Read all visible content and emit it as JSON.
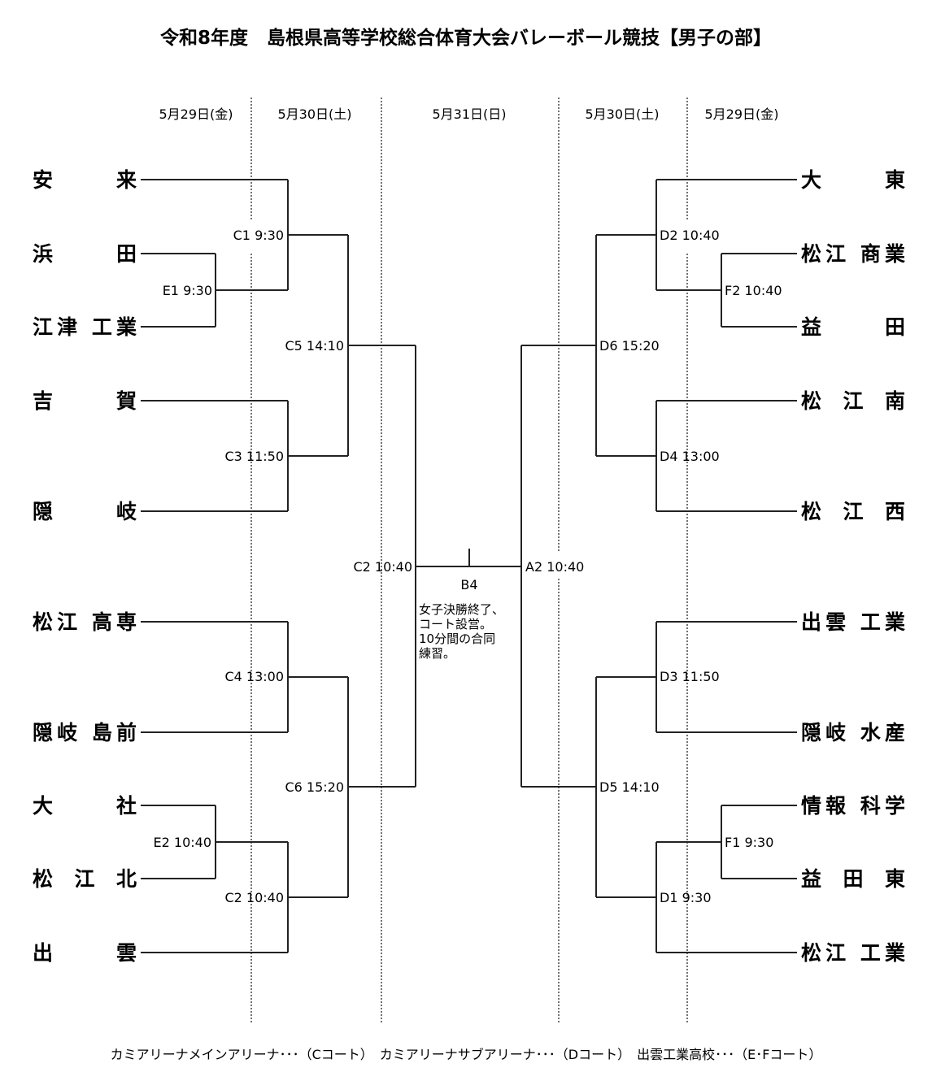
{
  "title": "令和8年度　島根県高等学校総合体育大会バレーボール競技【男子の部】",
  "dates": {
    "left_r1": "5月29日(金)",
    "left_r2": "5月30日(土)",
    "center": "5月31日(日)",
    "right_r2": "5月30日(土)",
    "right_r1": "5月29日(金)"
  },
  "teams_left": [
    {
      "name": "安来",
      "chars": [
        "安",
        "来"
      ]
    },
    {
      "name": "浜田",
      "chars": [
        "浜",
        "田"
      ]
    },
    {
      "name": "江津工業",
      "chars": [
        "江",
        "津",
        "工",
        "業"
      ]
    },
    {
      "name": "吉賀",
      "chars": [
        "吉",
        "賀"
      ]
    },
    {
      "name": "隠岐",
      "chars": [
        "隠",
        "岐"
      ]
    },
    {
      "name": "松江高専",
      "chars": [
        "松",
        "江",
        "高",
        "専"
      ]
    },
    {
      "name": "隠岐島前",
      "chars": [
        "隠",
        "岐",
        "島",
        "前"
      ]
    },
    {
      "name": "大社",
      "chars": [
        "大",
        "社"
      ]
    },
    {
      "name": "松江北",
      "chars": [
        "松",
        "江",
        "北"
      ]
    },
    {
      "name": "出雲",
      "chars": [
        "出",
        "雲"
      ]
    }
  ],
  "teams_right": [
    {
      "name": "大東",
      "chars": [
        "大",
        "東"
      ]
    },
    {
      "name": "松江商業",
      "chars": [
        "松",
        "江",
        "商",
        "業"
      ]
    },
    {
      "name": "益田",
      "chars": [
        "益",
        "田"
      ]
    },
    {
      "name": "松江南",
      "chars": [
        "松",
        "江",
        "南"
      ]
    },
    {
      "name": "松江西",
      "chars": [
        "松",
        "江",
        "西"
      ]
    },
    {
      "name": "出雲工業",
      "chars": [
        "出",
        "雲",
        "工",
        "業"
      ]
    },
    {
      "name": "隠岐水産",
      "chars": [
        "隠",
        "岐",
        "水",
        "産"
      ]
    },
    {
      "name": "情報科学",
      "chars": [
        "情",
        "報",
        "科",
        "学"
      ]
    },
    {
      "name": "益田東",
      "chars": [
        "益",
        "田",
        "東"
      ]
    },
    {
      "name": "松江工業",
      "chars": [
        "松",
        "江",
        "工",
        "業"
      ]
    }
  ],
  "matches": {
    "E1": "E1 9:30",
    "C1": "C1 9:30",
    "C3": "C3 11:50",
    "C5": "C5 14:10",
    "C4": "C4 13:00",
    "E2": "E2 10:40",
    "C2_left": "C2 10:40",
    "C6": "C6 15:20",
    "C2_semi": "C2 10:40",
    "F2": "F2 10:40",
    "D2": "D2 10:40",
    "D4": "D4 13:00",
    "D6": "D6 15:20",
    "D3": "D3 11:50",
    "F1": "F1 9:30",
    "D1": "D1 9:30",
    "D5": "D5 14:10",
    "A2": "A2 10:40",
    "final": "B4"
  },
  "final_note": [
    "女子決勝終了、",
    "コート設営。",
    "10分間の合同",
    "練習。"
  ],
  "footer": "カミアリーナメインアリーナ･･･（Cコート）　カミアリーナサブアリーナ･･･（Dコート）　出雲工業高校･･･（E･Fコート）"
}
